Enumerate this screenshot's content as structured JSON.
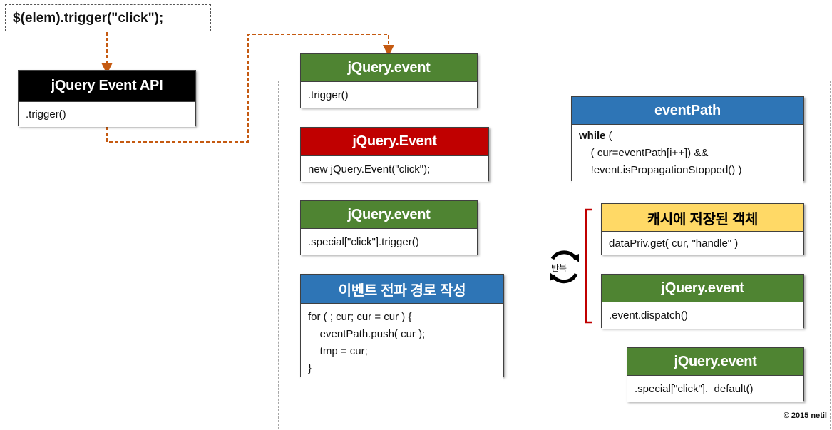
{
  "code_snippet": "$(elem).trigger(\"click\");",
  "api_box": {
    "title": "jQuery Event API",
    "body": ".trigger()"
  },
  "flow": {
    "event_trigger": {
      "title": "jQuery.event",
      "body": ".trigger()"
    },
    "event_new": {
      "title": "jQuery.Event",
      "body": "new jQuery.Event(\"click\");"
    },
    "special_trigger": {
      "title": "jQuery.event",
      "body": ".special[\"click\"].trigger()"
    },
    "build_path": {
      "title": "이벤트 전파 경로 작성",
      "lines": [
        "for ( ; cur; cur = cur ) {",
        "    eventPath.push( cur );",
        "    tmp = cur;",
        "}"
      ]
    },
    "event_path": {
      "title": "eventPath",
      "line1_keyword": "while",
      "line1_rest": " (",
      "line2": "    ( cur=eventPath[i++]) &&",
      "line3": "    !event.isPropagationStopped() )"
    },
    "cache": {
      "title": "캐시에 저장된 객체",
      "body": "dataPriv.get( cur, \"handle\" )"
    },
    "dispatch": {
      "title": "jQuery.event",
      "body": ".event.dispatch()"
    },
    "default_action": {
      "title": "jQuery.event",
      "body": ".special[\"click\"]._default()"
    }
  },
  "repeat_label": "반복",
  "copyright": "© 2015 netil",
  "colors": {
    "green_header": "#4f8432",
    "red_header": "#c00000",
    "blue_header": "#2e75b6",
    "black_header": "#000000",
    "yellow_header": "#ffd966",
    "arrow": "#c55a11",
    "bracket": "#c00000"
  }
}
